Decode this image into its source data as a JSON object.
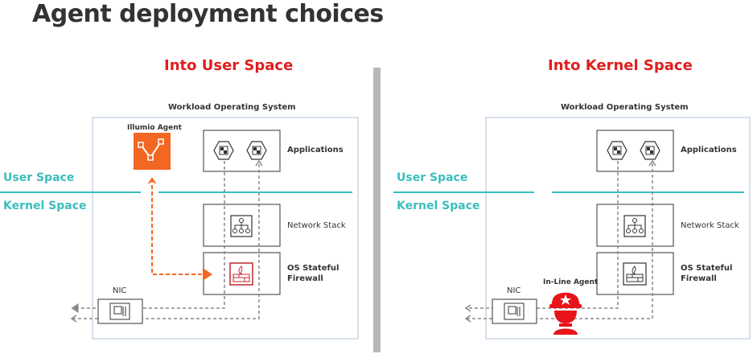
{
  "title": "Agent deployment choices",
  "left": {
    "heading": "Into User Space",
    "os_label": "Workload Operating System",
    "user_space": "User Space",
    "kernel_space": "Kernel Space",
    "agent_label": "Illumio Agent",
    "applications": "Applications",
    "network_stack": "Network Stack",
    "firewall_line1": "OS Stateful",
    "firewall_line2": "Firewall",
    "nic": "NIC"
  },
  "right": {
    "heading": "Into Kernel Space",
    "os_label": "Workload Operating System",
    "user_space": "User Space",
    "kernel_space": "Kernel Space",
    "agent_label": "In-Line Agent",
    "applications": "Applications",
    "network_stack": "Network Stack",
    "firewall_line1": "OS Stateful",
    "firewall_line2": "Firewall",
    "nic": "NIC"
  },
  "colors": {
    "accent_red": "#e01e1e",
    "agent_orange": "#f26722",
    "teal": "#3bbdbd",
    "divider": "#b8b8b8",
    "box_border": "#c8d6e5",
    "dark": "#333333"
  }
}
